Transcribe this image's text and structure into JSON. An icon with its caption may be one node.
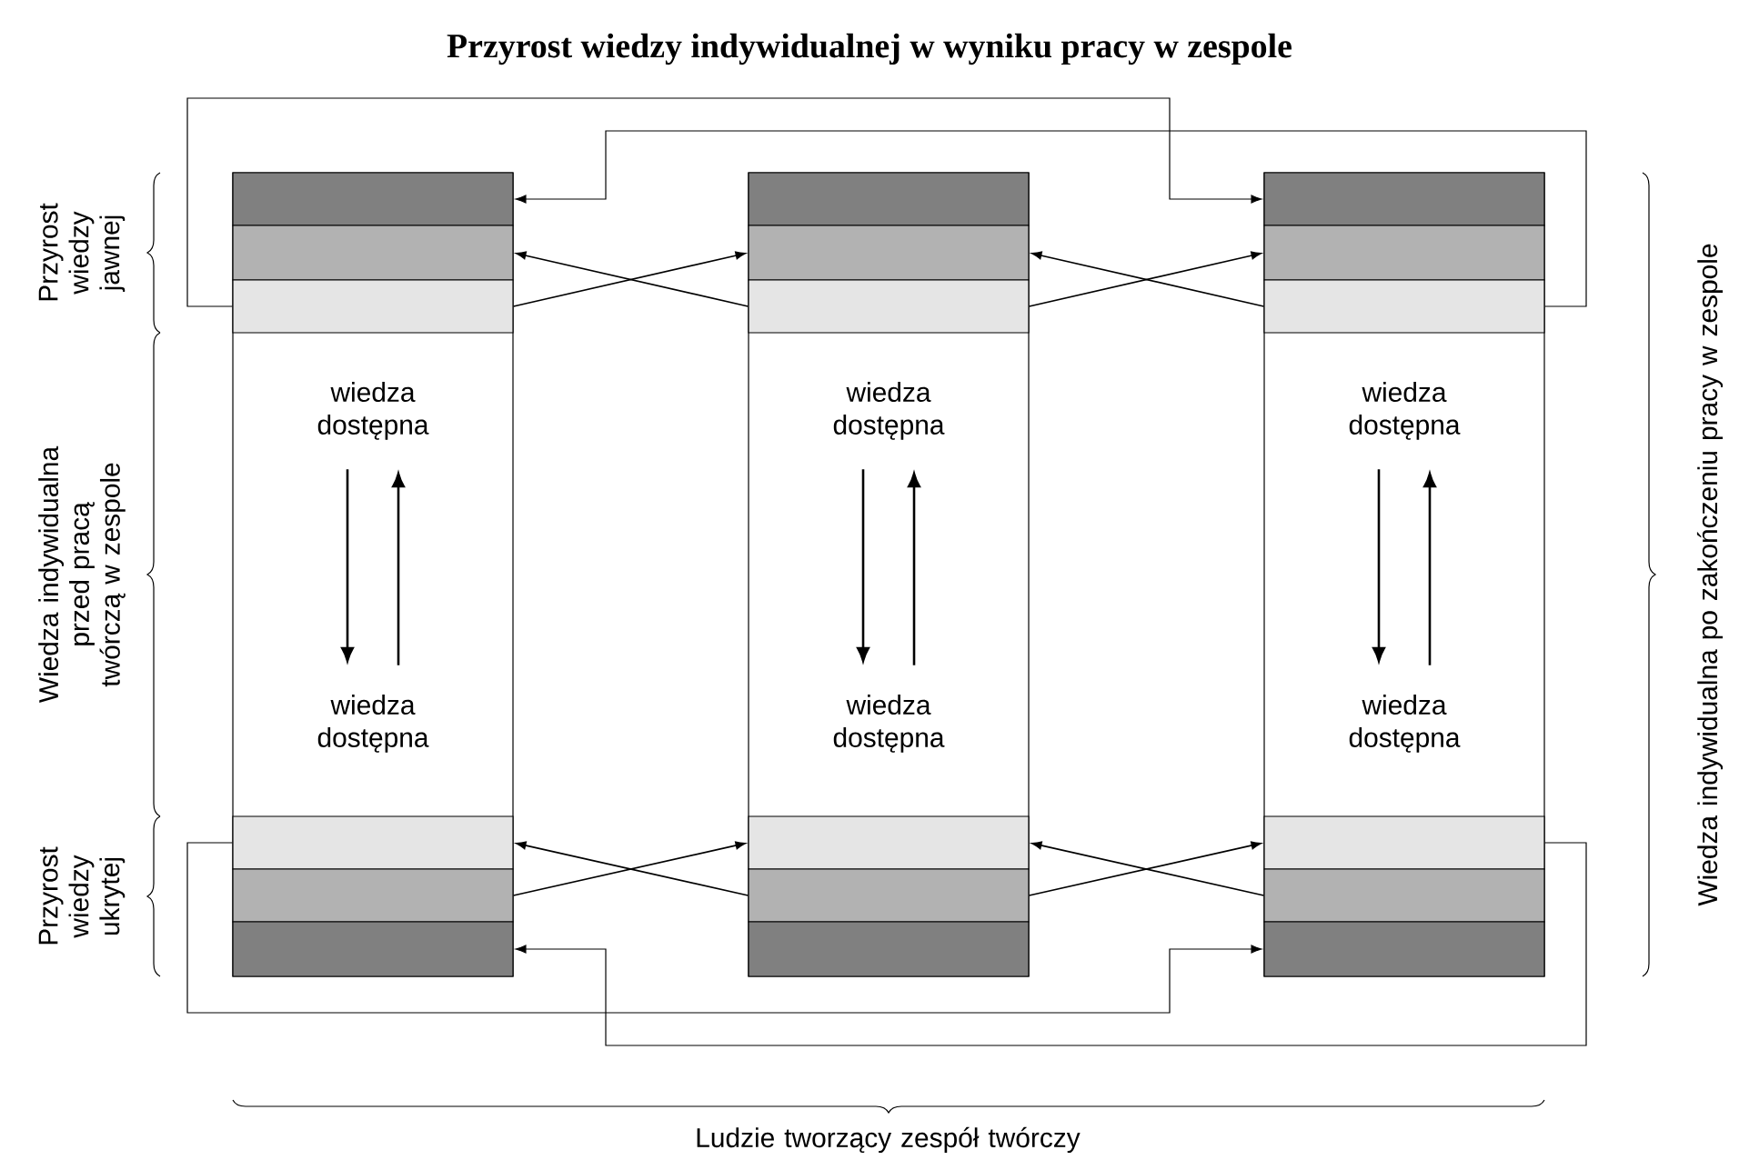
{
  "diagram": {
    "title": "Przyrost wiedzy indywidualnej w wyniku pracy w zespole",
    "nodes": [
      {
        "text": [],
        "shape": "box"
      },
      {
        "text": [],
        "shape": "box",
        "in": 0
      },
      {
        "text": [],
        "shape": "box",
        "in": 0
      },
      {
        "text": [],
        "shape": "box",
        "in": 0
      },
      {
        "text": [
          "wiedza dostępna"
        ],
        "in": 0
      },
      {
        "text": [
          "wiedza dostępna"
        ],
        "in": 0
      },
      {
        "text": [],
        "shape": "box",
        "in": 0
      },
      {
        "text": [],
        "shape": "box",
        "in": 0
      },
      {
        "text": [],
        "shape": "box",
        "in": 0
      },
      {
        "text": [],
        "shape": "box"
      },
      {
        "text": [],
        "shape": "box",
        "in": 9
      },
      {
        "text": [],
        "shape": "box",
        "in": 9
      },
      {
        "text": [],
        "shape": "box",
        "in": 9
      },
      {
        "text": [
          "wiedza dostępna"
        ],
        "in": 9
      },
      {
        "text": [
          "wiedza dostępna"
        ],
        "in": 9
      },
      {
        "text": [],
        "shape": "box",
        "in": 9
      },
      {
        "text": [],
        "shape": "box",
        "in": 9
      },
      {
        "text": [],
        "shape": "box",
        "in": 9
      },
      {
        "text": [],
        "shape": "box"
      },
      {
        "text": [],
        "shape": "box",
        "in": 18
      },
      {
        "text": [],
        "shape": "box",
        "in": 18
      },
      {
        "text": [],
        "shape": "box",
        "in": 18
      },
      {
        "text": [
          "wiedza dostępna"
        ],
        "in": 18
      },
      {
        "text": [
          "wiedza dostępna"
        ],
        "in": 18
      },
      {
        "text": [],
        "shape": "box",
        "in": 18
      },
      {
        "text": [],
        "shape": "box",
        "in": 18
      },
      {
        "text": [],
        "shape": "box",
        "in": 18
      }
    ],
    "edges": [
      {
        "from": 3,
        "to": 19,
        "arrow": "to"
      },
      {
        "from": 21,
        "to": 1,
        "arrow": "to"
      },
      {
        "from": 3,
        "to": 11,
        "arrow": "to"
      },
      {
        "from": 12,
        "to": 2,
        "arrow": "to"
      },
      {
        "from": 12,
        "to": 20,
        "arrow": "to"
      },
      {
        "from": 21,
        "to": 11,
        "arrow": "to"
      },
      {
        "from": 4,
        "to": 5,
        "arrow": "to"
      },
      {
        "from": 5,
        "to": 4,
        "arrow": "to"
      },
      {
        "from": 13,
        "to": 14,
        "arrow": "to"
      },
      {
        "from": 14,
        "to": 13,
        "arrow": "to"
      },
      {
        "from": 22,
        "to": 23,
        "arrow": "to"
      },
      {
        "from": 23,
        "to": 22,
        "arrow": "to"
      },
      {
        "from": 6,
        "to": 26,
        "arrow": "to"
      },
      {
        "from": 24,
        "to": 8,
        "arrow": "to"
      },
      {
        "from": 7,
        "to": 15,
        "arrow": "to"
      },
      {
        "from": 16,
        "to": 6,
        "arrow": "to"
      },
      {
        "from": 16,
        "to": 24,
        "arrow": "to"
      },
      {
        "from": 25,
        "to": 15,
        "arrow": "to"
      }
    ],
    "labels": [
      "Przyrost wiedzy jawnej",
      "Wiedza indywidualna przed pracą twórczą w zespole",
      "Przyrost wiedzy ukrytej",
      "Wiedza indywidualna po zakończeniu pracy w zespole",
      "Ludzie tworzący zespół twórczy"
    ]
  }
}
